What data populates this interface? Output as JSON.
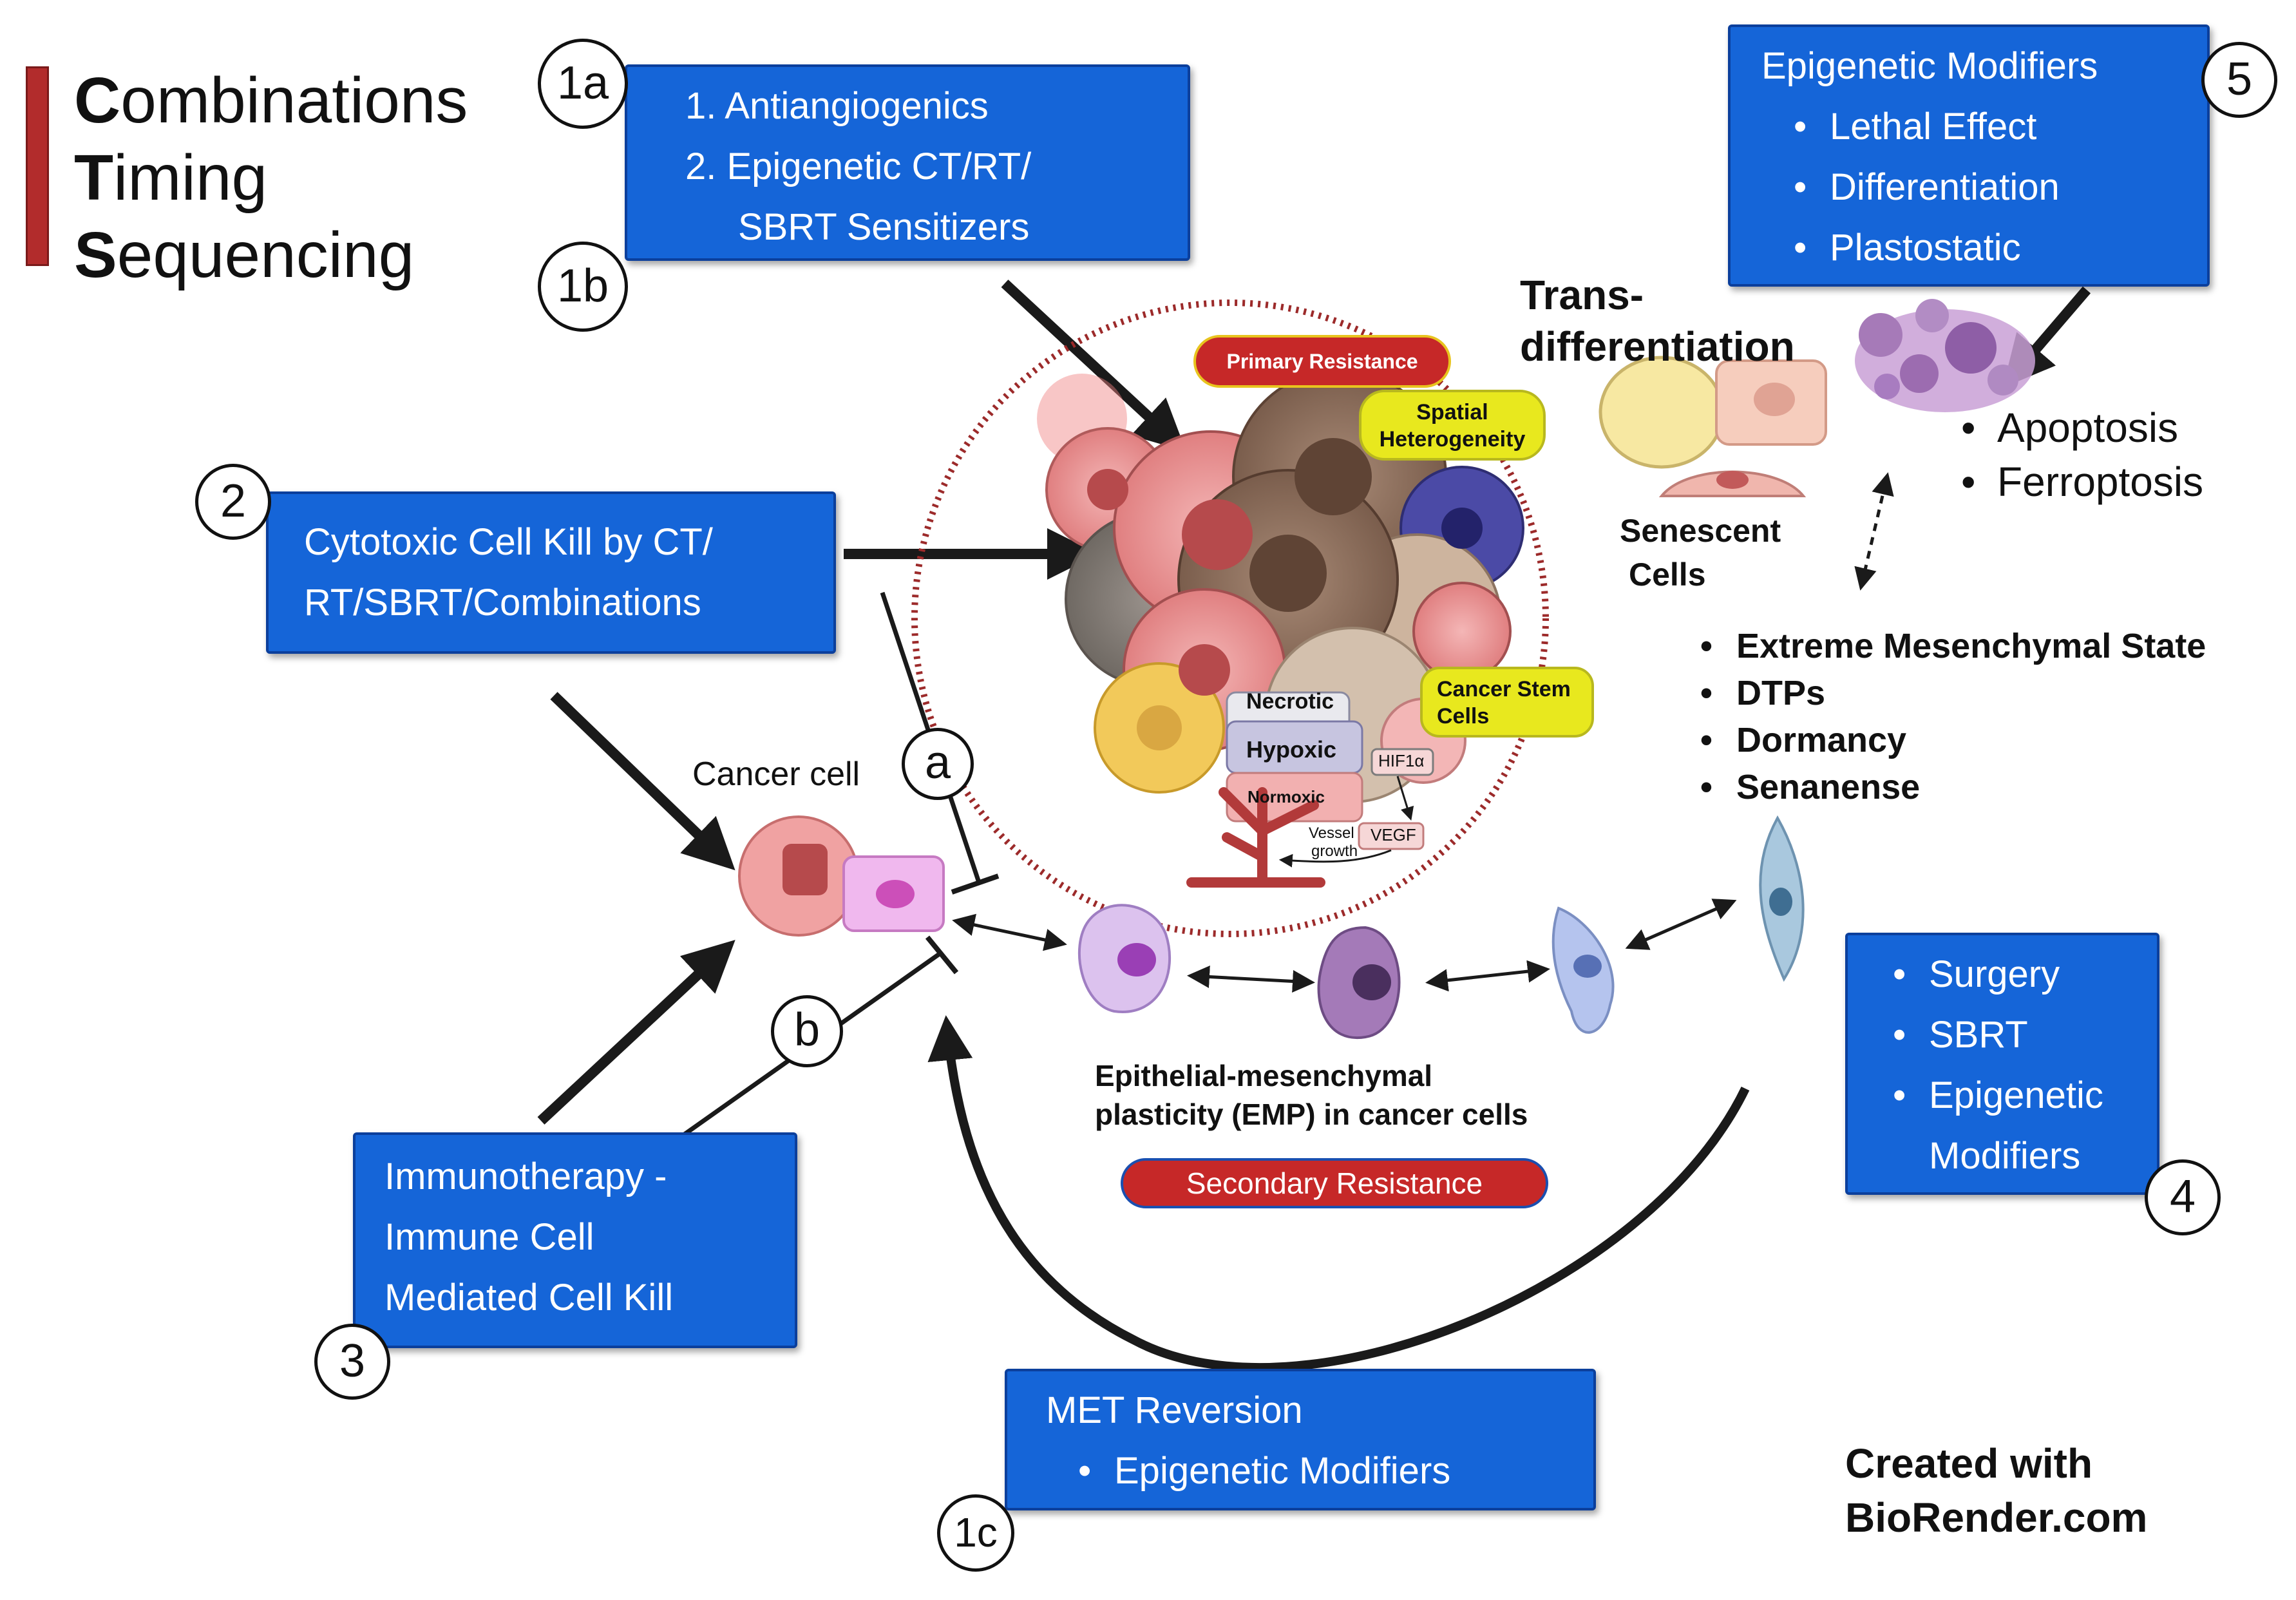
{
  "cts": {
    "bar_color": "#b22c2c",
    "lines": [
      {
        "initial": "C",
        "rest": "ombinations"
      },
      {
        "initial": "T",
        "rest": "iming"
      },
      {
        "initial": "S",
        "rest": "equencing"
      }
    ]
  },
  "box_1ab": {
    "item1": "1.  Antiangiogenics",
    "item2": "2.  Epigenetic CT/RT/",
    "item2b": "SBRT Sensitizers"
  },
  "box_2": {
    "line1": "Cytotoxic Cell Kill by CT/",
    "line2": "RT/SBRT/Combinations"
  },
  "box_3": {
    "line1": "Immunotherapy -",
    "line2": "Immune Cell",
    "line3": "Mediated Cell Kill"
  },
  "box_4": {
    "items": [
      "Surgery",
      "SBRT",
      "Epigenetic"
    ],
    "item3b": "Modifiers"
  },
  "box_5": {
    "title": "Epigenetic Modifiers",
    "items": [
      "Lethal Effect",
      "Differentiation",
      "Plastostatic"
    ]
  },
  "box_1c": {
    "title": "MET Reversion",
    "item": "Epigenetic Modifiers"
  },
  "badges": {
    "b1a": "1a",
    "b1b": "1b",
    "b1c": "1c",
    "b2": "2",
    "b3": "3",
    "b4": "4",
    "b5": "5",
    "ba": "a",
    "bb": "b"
  },
  "tumor": {
    "primary_resistance": "Primary Resistance",
    "spatial_line1": "Spatial",
    "spatial_line2": "Heterogeneity",
    "stem_line1": "Cancer Stem",
    "stem_line2": "Cells",
    "necrotic": "Necrotic",
    "hypoxic": "Hypoxic",
    "normoxic": "Normoxic",
    "hif": "HIF1α",
    "vegf": "VEGF",
    "vessel1": "Vessel",
    "vessel2": "growth"
  },
  "labels": {
    "cancer_cell": "Cancer cell",
    "trans1": "Trans-",
    "trans2": "differentiation",
    "senescent1": "Senescent",
    "senescent2": "Cells",
    "death": [
      "Apoptosis",
      "Ferroptosis"
    ],
    "states": [
      "Extreme Mesenchymal State",
      "DTPs",
      "Dormancy",
      "Senanense"
    ],
    "emp1": "Epithelial-mesenchymal",
    "emp2": "plasticity (EMP) in cancer cells",
    "secondary_resistance": "Secondary Resistance",
    "credit1": "Created with",
    "credit2": "BioRender.com"
  },
  "colors": {
    "box_blue": "#1565d8",
    "resistance_red": "#c62828",
    "highlight_yellow": "#e8e81e",
    "arrow": "#1a1a1a"
  }
}
